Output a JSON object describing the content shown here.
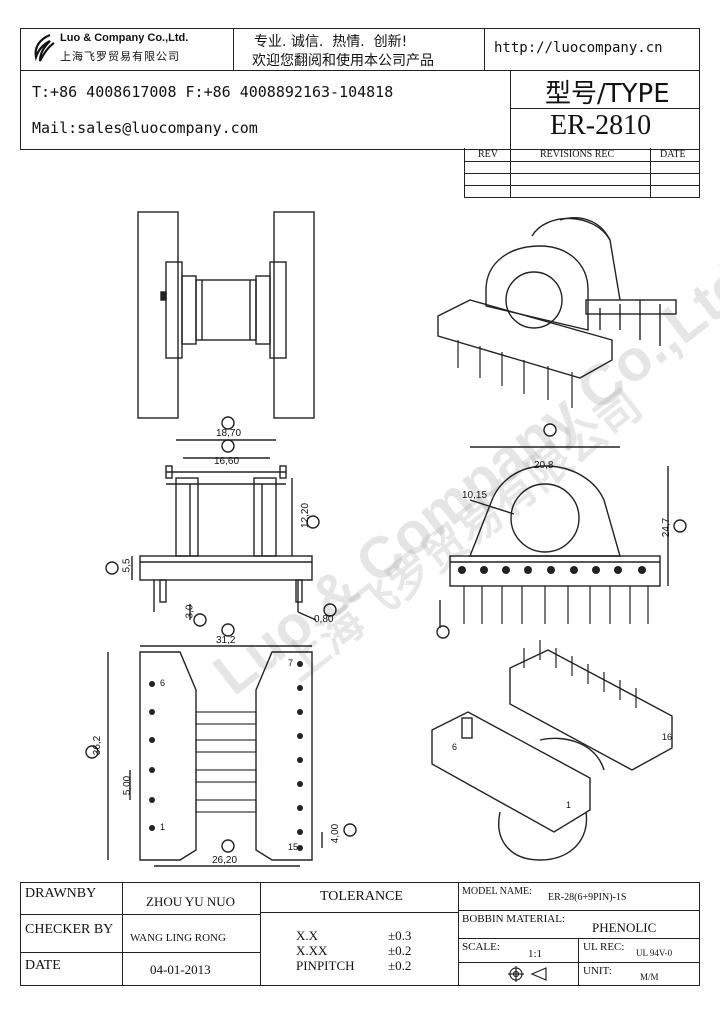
{
  "header": {
    "company_en": "Luo & Company Co.,Ltd.",
    "company_cn": "上海飞罗贸易有限公司",
    "slogan_1": "专业. 诚信.  热情.  创新!",
    "slogan_2": "欢迎您翻阅和使用本公司产品",
    "website": "http://luocompany.cn",
    "contact_phone": "T:+86 4008617008 F:+86 4008892163-104818",
    "contact_mail": "Mail:sales@luocompany.com",
    "type_label": "型号/TYPE",
    "type_value": "ER-2810"
  },
  "revisions": {
    "headers": [
      "REV",
      "REVISIONS REC",
      "DATE"
    ]
  },
  "watermark": {
    "line_en": "Luo & Company Co.,Ltd.",
    "line_cn": "上海飞罗贸易有限公司"
  },
  "dimensions": {
    "f": "18,70",
    "e": "16,60",
    "h": "12,20",
    "j": "5,5",
    "k": "3,0",
    "c": "0,80",
    "d": "20,8",
    "b": "24,7",
    "circle": "10,15",
    "m": "31,2",
    "n": "36,2",
    "g": "5,00",
    "a": "26,20",
    "i": "4,00",
    "pin_6": "6",
    "pin_1": "1",
    "pin_7": "7",
    "pin_15": "15",
    "pin_16": "16"
  },
  "footer": {
    "drawnby_label": "DRAWNBY",
    "drawnby_value": "ZHOU YU NUO",
    "checker_label": "CHECKER BY",
    "checker_value": "WANG LING RONG",
    "date_label": "DATE",
    "date_value": "04-01-2013",
    "tolerance_title": "TOLERANCE",
    "tol_rows": [
      {
        "k": "X.X",
        "v": "±0.3"
      },
      {
        "k": "X.XX",
        "v": "±0.2"
      },
      {
        "k": "PINPITCH",
        "v": "±0.2"
      }
    ],
    "model_label": "MODEL NAME:",
    "model_value": "ER-28(6+9PIN)-1S",
    "bobbin_label": "BOBBIN MATERIAL:",
    "bobbin_value": "PHENOLIC",
    "scale_label": "SCALE:",
    "scale_value": "1:1",
    "ulrec_label": "UL REC:",
    "ulrec_value": "UL 94V-0",
    "unit_label": "UNIT:",
    "unit_value": "M/M"
  }
}
